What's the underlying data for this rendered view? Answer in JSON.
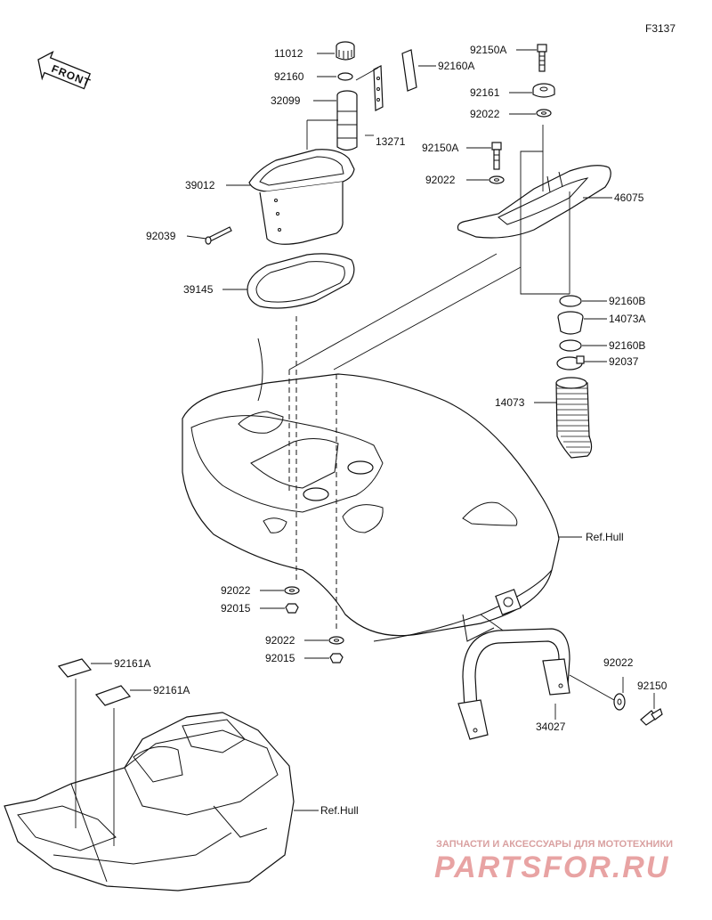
{
  "diagram_code": "F3137",
  "front_indicator": "FRONT",
  "part_labels": {
    "p11012": "11012",
    "p92160": "92160",
    "p32099": "32099",
    "p13271": "13271",
    "p39012": "39012",
    "p92039": "92039",
    "p39145": "39145",
    "p92160A": "92160A",
    "p92150A_top": "92150A",
    "p92161": "92161",
    "p92022_top": "92022",
    "p92150A_mid": "92150A",
    "p92022_mid": "92022",
    "p46075": "46075",
    "p92160B_1": "92160B",
    "p14073A": "14073A",
    "p92160B_2": "92160B",
    "p92037": "92037",
    "p14073": "14073",
    "p92022_l1": "92022",
    "p92015_l1": "92015",
    "p92022_l2": "92022",
    "p92015_l2": "92015",
    "p92161A_1": "92161A",
    "p92161A_2": "92161A",
    "p92022_r": "92022",
    "p92150": "92150",
    "p34027": "34027",
    "ref_hull_1": "Ref.Hull",
    "ref_hull_2": "Ref.Hull"
  },
  "watermark": {
    "subtitle": "ЗАПЧАСТИ И АКСЕССУАРЫ ДЛЯ МОТОТЕХНИКИ",
    "brand": "PARTSFOR.RU"
  },
  "colors": {
    "line": "#111111",
    "background": "#ffffff",
    "watermark": "#e8a3a3"
  }
}
